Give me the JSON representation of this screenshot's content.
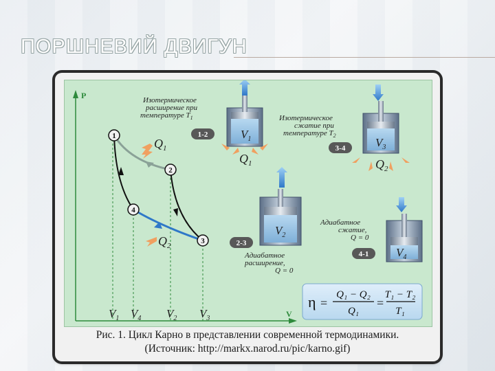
{
  "slide": {
    "title": "ПОРШНЕВИЙ ДВИГУН"
  },
  "diagram": {
    "axes": {
      "p": "P",
      "v": "V"
    },
    "points": [
      "1",
      "2",
      "3",
      "4"
    ],
    "heat": {
      "q1": "Q",
      "q1_sub": "1",
      "q2": "Q",
      "q2_sub": "2"
    },
    "v_ticks": [
      {
        "main": "V",
        "sub": "1"
      },
      {
        "main": "V",
        "sub": "4"
      },
      {
        "main": "V",
        "sub": "2"
      },
      {
        "main": "V",
        "sub": "3"
      }
    ],
    "stages": [
      {
        "badge": "1-2",
        "lines": [
          "Изотермическое",
          "расширение при",
          "температуре T"
        ],
        "sub": "1",
        "volume": "V",
        "volume_sub": "1",
        "heat": "Q",
        "heat_sub": "1"
      },
      {
        "badge": "3-4",
        "lines": [
          "Изотермическое",
          "сжатие при",
          "температуре T"
        ],
        "sub": "2",
        "volume": "V",
        "volume_sub": "3",
        "heat": "Q",
        "heat_sub": "2"
      },
      {
        "badge": "2-3",
        "lines": [
          "Адиабатное",
          "расширение,",
          "Q = 0"
        ],
        "volume": "V",
        "volume_sub": "2"
      },
      {
        "badge": "4-1",
        "lines": [
          "Адиабатное",
          "сжатие,",
          "Q = 0"
        ],
        "volume": "V",
        "volume_sub": "4"
      }
    ],
    "formula": {
      "eta": "η",
      "eq": "=",
      "num1": "Q₁ − Q₂",
      "den1": "Q₁",
      "num2": "T₁ − T₂",
      "den2": "T₁"
    }
  },
  "caption": {
    "line1": "Рис. 1. Цикл Карно в представлении современной термодинамики.",
    "line2": "(Источник: http://markx.narod.ru/pic/karno.gif)"
  }
}
